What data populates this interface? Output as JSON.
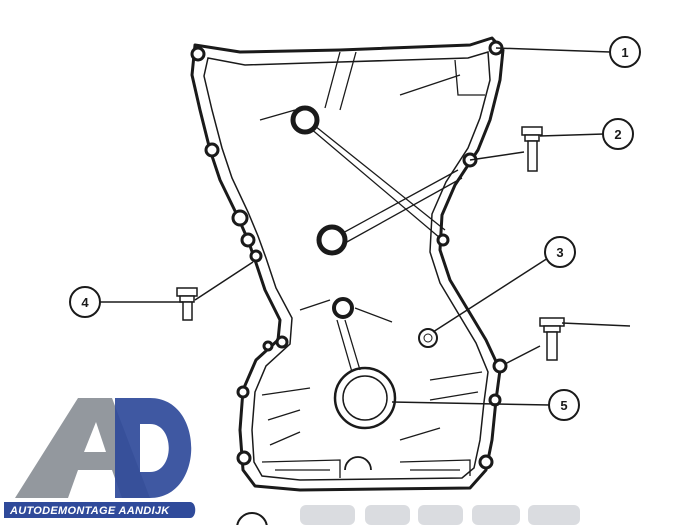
{
  "diagram": {
    "callouts": [
      {
        "id": "1",
        "label": "1"
      },
      {
        "id": "2",
        "label": "2"
      },
      {
        "id": "3",
        "label": "3"
      },
      {
        "id": "4",
        "label": "4"
      },
      {
        "id": "5",
        "label": "5"
      }
    ]
  },
  "watermark": {
    "tagline": "AUTODEMONTAGE AANDIJK",
    "colors": {
      "logo_gray": "#8a8f96",
      "logo_blue": "#2f4a9a",
      "banner_bg": "#2f4a9a"
    }
  },
  "colors": {
    "line": "#1a1a1a",
    "callout_stroke": "#1a1a1a",
    "callout_fill": "#ffffff",
    "background": "#ffffff"
  }
}
